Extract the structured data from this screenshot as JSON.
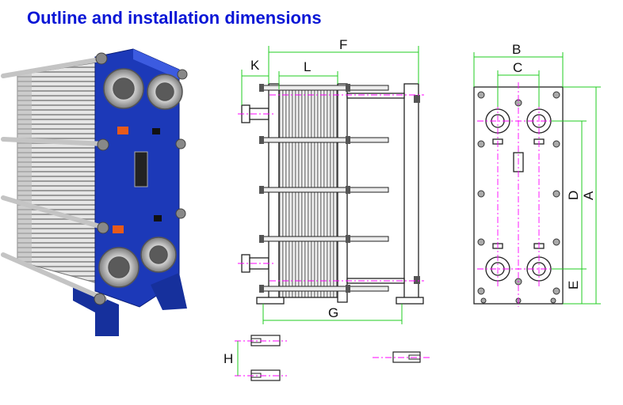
{
  "title": "Outline and installation dimensions",
  "labels": {
    "F": "F",
    "K": "K",
    "L": "L",
    "G": "G",
    "H": "H",
    "B": "B",
    "C": "C",
    "D": "D",
    "A": "A",
    "E": "E"
  },
  "colors": {
    "title": "#0a16d6",
    "dimension_line": "#22cc22",
    "center_line": "#ff00ff",
    "frame_blue": "#1c39b8",
    "outline": "#222222"
  }
}
